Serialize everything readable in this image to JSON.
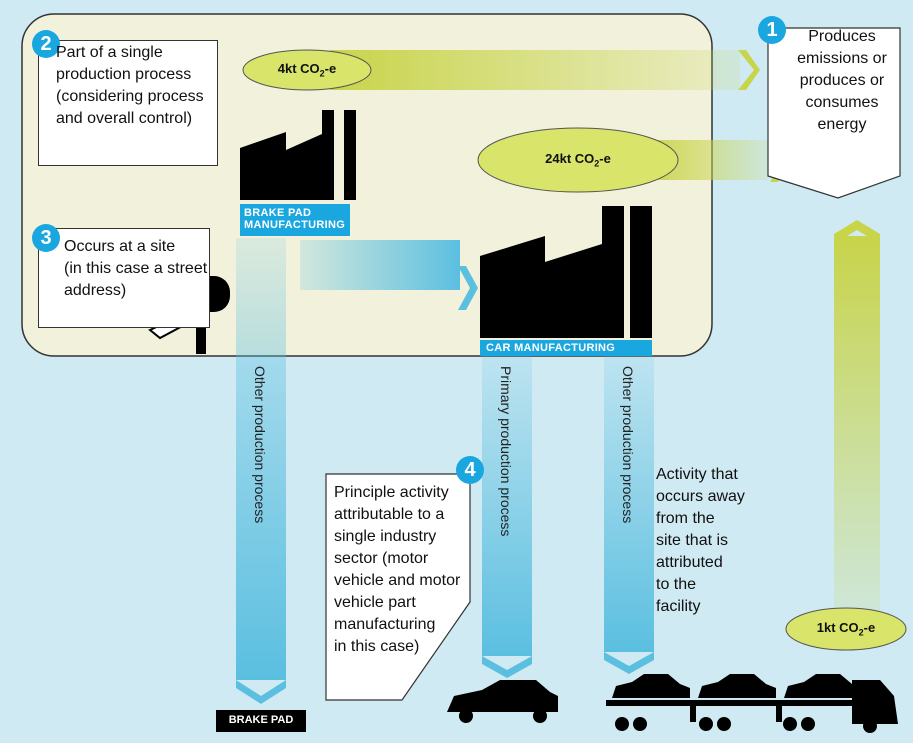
{
  "steps": [
    {
      "number": "1",
      "text": "Produces\nemissions or\nproduces or\nconsumes\nenergy"
    },
    {
      "number": "2",
      "text": "Part of a single\nproduction process\n(considering process\nand overall control)"
    },
    {
      "number": "3",
      "text": "Occurs at a site\n(in this case a street\naddress)"
    },
    {
      "number": "4",
      "text": "Principle activity\nattributable to a\nsingle industry\nsector (motor\nvehicle and motor\nvehicle part\nmanufacturing\nin this case)"
    }
  ],
  "activity_note": "Activity that\noccurs away\nfrom the\nsite that is\nattributed\nto the\nfacility",
  "facilities": {
    "brake_pad": "BRAKE PAD\nMANUFACTURING",
    "car": "CAR MANUFACTURING"
  },
  "emissions": [
    {
      "amount": "4kt CO",
      "sub": "2",
      "suffix": "-e"
    },
    {
      "amount": "24kt CO",
      "sub": "2",
      "suffix": "-e"
    },
    {
      "amount": "1kt CO",
      "sub": "2",
      "suffix": "-e"
    }
  ],
  "flows": {
    "brake_pad_other": "Other production process",
    "car_primary": "Primary production process",
    "car_other": "Other production process"
  },
  "outputs": {
    "brake_pad": "BRAKE PAD"
  },
  "colors": {
    "badge": "#1aa7e0",
    "site": "#f1f1dc",
    "cloud": "#d8e46a",
    "flow_blue": "#5bbfe0",
    "flow_green": "#c8d44a"
  }
}
